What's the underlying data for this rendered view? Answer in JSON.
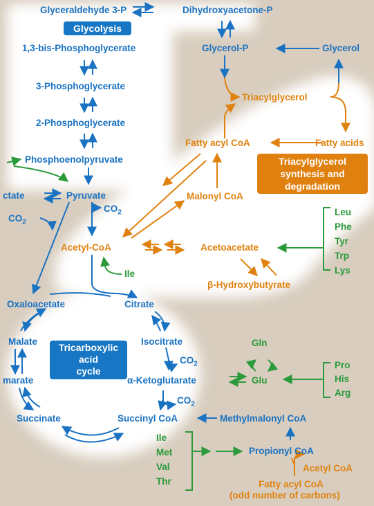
{
  "colors": {
    "blue": "#1a72c2",
    "orange": "#e0820f",
    "green": "#2a9a3a",
    "background": "#d8cdbe"
  },
  "labels": {
    "glyceraldehyde": "Glyceraldehyde 3-P",
    "dihydroxyacetone": "Dihydroxyacetone-P",
    "bisphosphoglycerate": "1,3-bis-Phosphoglycerate",
    "glycerol_p": "Glycerol-P",
    "glycerol": "Glycerol",
    "phosphoglycerate3": "3-Phosphoglycerate",
    "triacylglycerol": "Triacylglycerol",
    "phosphoglycerate2": "2-Phosphoglycerate",
    "fatty_acyl_coa": "Fatty acyl CoA",
    "fatty_acids": "Fatty acids",
    "pep": "Phosphoenolpyruvate",
    "lactate": "ctate",
    "pyruvate": "Pyruvate",
    "co2_pyr_left": "CO2",
    "co2_pyr_right": "CO2",
    "malonyl_coa": "Malonyl CoA",
    "acetyl_coa": "Acetyl-CoA",
    "acetoacetate": "Acetoacetate",
    "ile_top": "Ile",
    "hydroxybutyrate": "β-Hydroxybutyrate",
    "oxaloacetate": "Oxaloacetate",
    "citrate": "Citrate",
    "malate": "Malate",
    "isocitrate": "Isocitrate",
    "co2_isocitrate": "CO2",
    "fumarate": "marate",
    "ketoglutarate": "α-Ketoglutarate",
    "co2_ketoglutarate": "CO2",
    "succinate": "Succinate",
    "succinyl_coa": "Succinyl CoA",
    "methylmalonyl_coa": "Methylmalonyl CoA",
    "gln": "Gln",
    "glu": "Glu",
    "propionyl_coa": "Propionyl CoA",
    "acetyl_coa_bottom": "Acetyl CoA",
    "fatty_acyl_coa_odd_1": "Fatty acyl CoA",
    "fatty_acyl_coa_odd_2": "(odd number of carbons)"
  },
  "boxes": {
    "glycolysis": "Glycolysis",
    "tag_1": "Triacylglycerol",
    "tag_2": "synthesis and",
    "tag_3": "degradation",
    "tca_1": "Tricarboxylic",
    "tca_2": "acid",
    "tca_3": "cycle"
  },
  "amino_acids": {
    "ketogenic": [
      "Leu",
      "Phe",
      "Tyr",
      "Trp",
      "Lys"
    ],
    "to_glu": [
      "Pro",
      "His",
      "Arg"
    ],
    "to_propionyl": [
      "Ile",
      "Met",
      "Val",
      "Thr"
    ]
  }
}
